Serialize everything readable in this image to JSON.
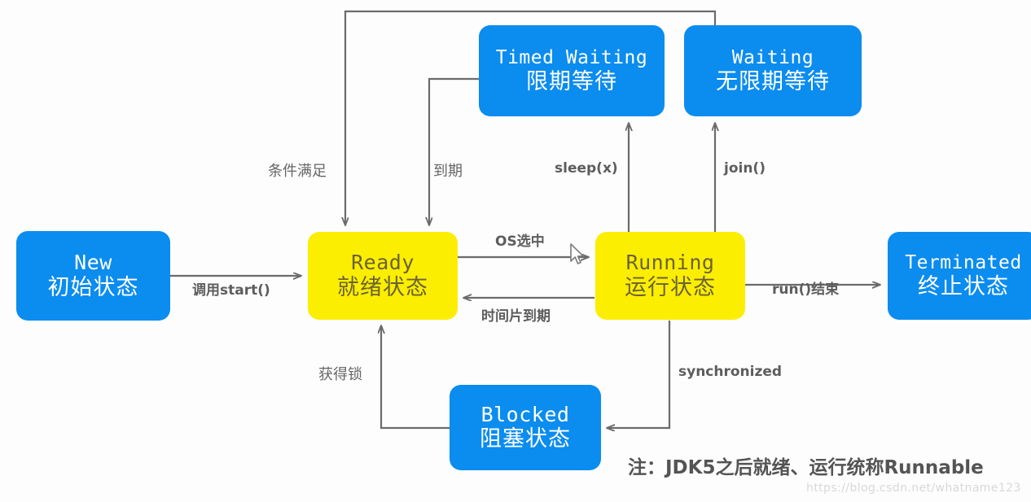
{
  "diagram": {
    "title": "Java Thread State Diagram",
    "colors": {
      "blue": "#0b8cef",
      "yellow": "#fbee00",
      "blue_text": "#ffffff",
      "yellow_text": "#6b6234",
      "arrow": "#6b6b6b",
      "label_text": "#5d5d5d",
      "watermark": "#d8d8d8",
      "background": "#fdfdfd"
    },
    "nodes": [
      {
        "id": "new",
        "en": "New",
        "cn": "初始状态",
        "style": "blue"
      },
      {
        "id": "ready",
        "en": "Ready",
        "cn": "就绪状态",
        "style": "yellow"
      },
      {
        "id": "running",
        "en": "Running",
        "cn": "运行状态",
        "style": "yellow"
      },
      {
        "id": "terminated",
        "en": "Terminated",
        "cn": "终止状态",
        "style": "blue"
      },
      {
        "id": "timed_waiting",
        "en": "Timed Waiting",
        "cn": "限期等待",
        "style": "blue"
      },
      {
        "id": "waiting",
        "en": "Waiting",
        "cn": "无限期等待",
        "style": "blue"
      },
      {
        "id": "blocked",
        "en": "Blocked",
        "cn": "阻塞状态",
        "style": "blue"
      }
    ],
    "edges": [
      {
        "id": "new-to-ready",
        "label": "调用start()",
        "from": "new",
        "to": "ready"
      },
      {
        "id": "ready-to-running",
        "label": "OS选中",
        "from": "ready",
        "to": "running"
      },
      {
        "id": "running-to-ready",
        "label": "时间片到期",
        "from": "running",
        "to": "ready"
      },
      {
        "id": "running-to-terminated",
        "label": "run()结束",
        "from": "running",
        "to": "terminated"
      },
      {
        "id": "running-to-timed-waiting",
        "label": "sleep(x)",
        "from": "running",
        "to": "timed_waiting"
      },
      {
        "id": "running-to-waiting",
        "label": "join()",
        "from": "running",
        "to": "waiting"
      },
      {
        "id": "timed-waiting-to-ready",
        "label": "到期",
        "from": "timed_waiting",
        "to": "ready"
      },
      {
        "id": "waiting-to-ready",
        "label": "条件满足",
        "from": "waiting",
        "to": "ready"
      },
      {
        "id": "running-to-blocked",
        "label": "synchronized",
        "from": "running",
        "to": "blocked"
      },
      {
        "id": "blocked-to-ready",
        "label": "获得锁",
        "from": "blocked",
        "to": "ready"
      }
    ],
    "note": "注：JDK5之后就绪、运行统称Runnable",
    "watermark": "https://blog.csdn.net/whatname123"
  }
}
